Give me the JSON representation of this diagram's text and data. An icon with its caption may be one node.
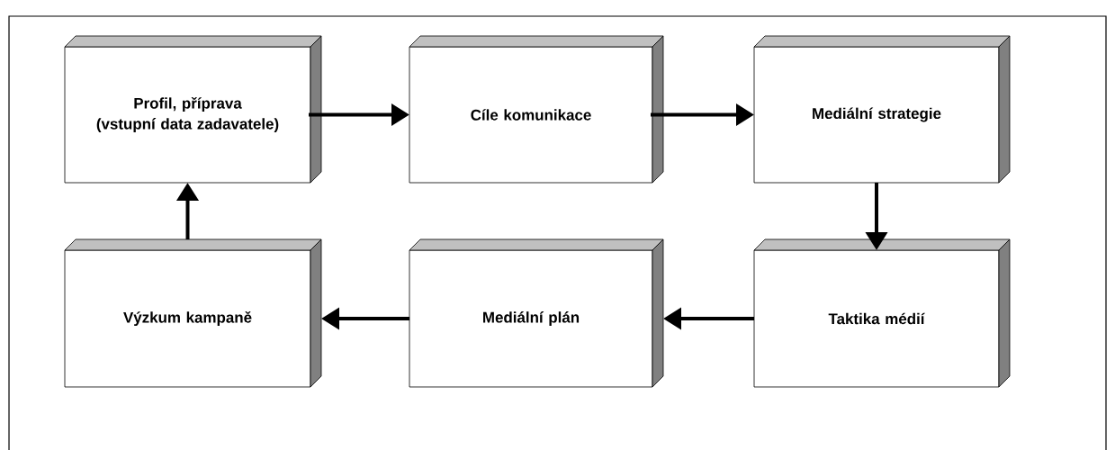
{
  "diagram": {
    "nodes": [
      {
        "text": [
          "Profil, příprava",
          "(vstupní data zadavatele)"
        ]
      },
      {
        "text": [
          "Cíle komunikace"
        ]
      },
      {
        "text": [
          "Mediální strategie"
        ]
      },
      {
        "text": [
          "Výzkum kampaně"
        ]
      },
      {
        "text": [
          "Mediální plán"
        ]
      },
      {
        "text": [
          "Taktika médií"
        ]
      }
    ],
    "edges": [
      {
        "from": 0,
        "to": 1,
        "arrow": "to"
      },
      {
        "from": 1,
        "to": 2,
        "arrow": "to"
      },
      {
        "from": 2,
        "to": 5,
        "arrow": "to"
      },
      {
        "from": 5,
        "to": 4,
        "arrow": "to"
      },
      {
        "from": 4,
        "to": 3,
        "arrow": "to"
      },
      {
        "from": 3,
        "to": 0,
        "arrow": "to"
      }
    ]
  }
}
